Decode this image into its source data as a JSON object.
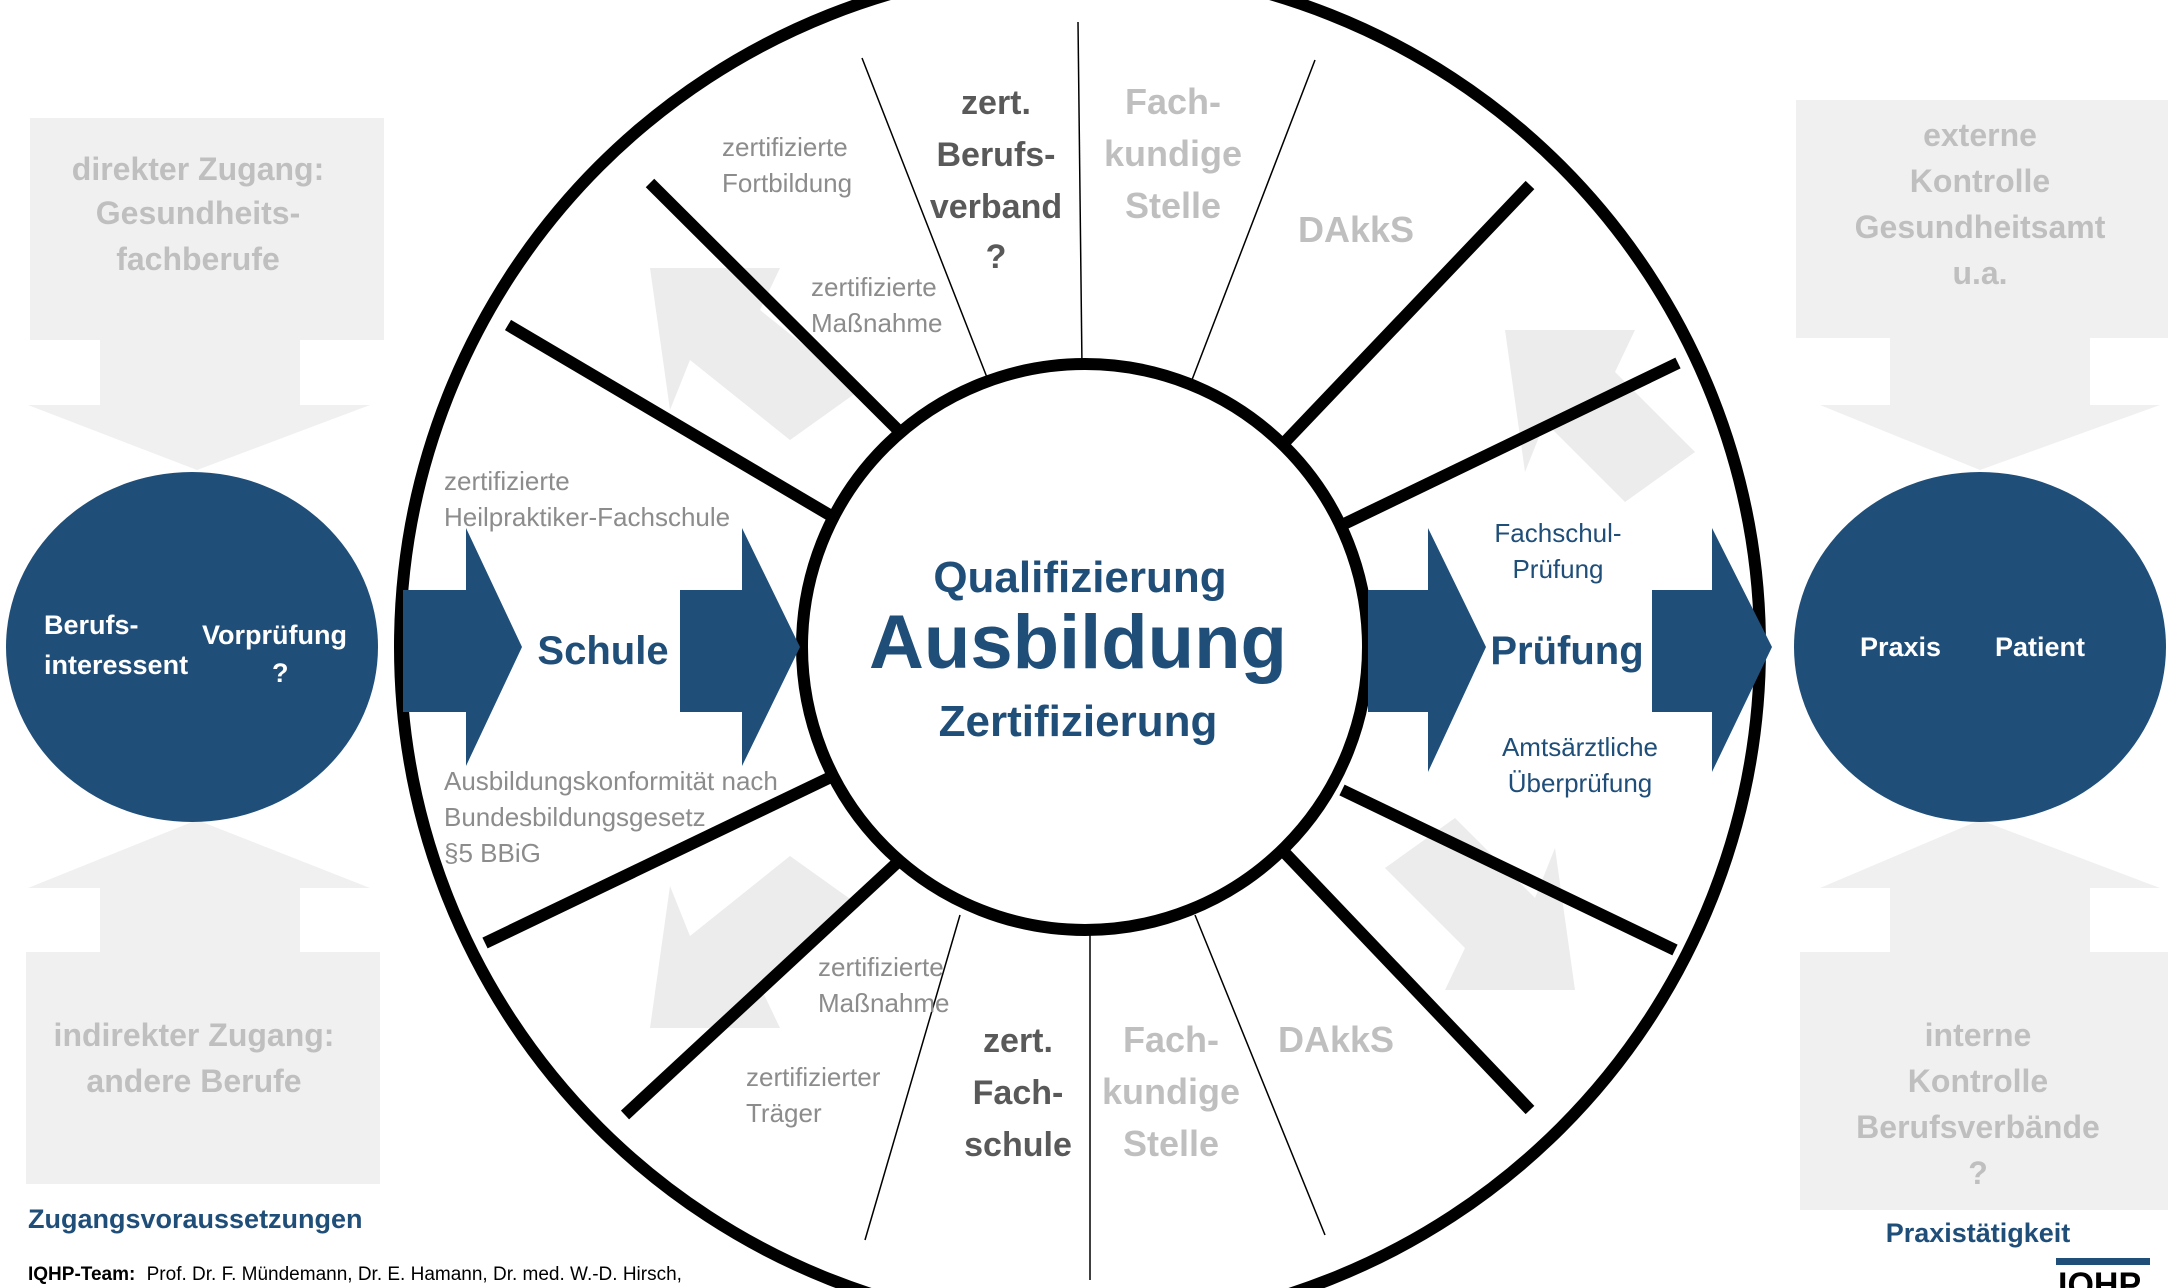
{
  "colors": {
    "navy": "#1f4e79",
    "gray_text": "#8c8c8c",
    "light_gray_text": "#bfbfbf",
    "dark_gray_text": "#595959",
    "pale_box": "#f0f0f0",
    "ring_stroke": "#000000"
  },
  "center": {
    "line1": "Qualifizierung",
    "line2": "Ausbildung",
    "line3": "Zertifizierung"
  },
  "left_circle": {
    "part1": [
      "Berufs-",
      "interessent"
    ],
    "part2": [
      "Vorprüfung",
      "?"
    ]
  },
  "right_circle": {
    "part1": "Praxis",
    "part2": "Patient"
  },
  "schule_label": "Schule",
  "pruefung_label": "Prüfung",
  "left_boxes": {
    "top": [
      "direkter Zugang:",
      "Gesundheits-",
      "fachberufe"
    ],
    "bottom": [
      "indirekter Zugang:",
      "andere Berufe"
    ]
  },
  "right_boxes": {
    "top": [
      "externe",
      "Kontrolle",
      "Gesundheitsamt",
      "u.a."
    ],
    "bottom": [
      "interne",
      "Kontrolle",
      "Berufsverbände",
      "?"
    ]
  },
  "ring_segments": {
    "left_top": [
      "zertifizierte",
      "Heilpraktiker-Fachschule"
    ],
    "left_bottom": [
      "Ausbildungskonformität nach",
      "Bundesbildungsgesetz",
      "§5 BBiG"
    ],
    "right_top": [
      "Fachschul-",
      "Prüfung"
    ],
    "right_bottom": [
      "Amtsärztliche",
      "Überprüfung"
    ],
    "top_fortbildung": [
      "zertifizierte",
      "Fortbildung"
    ],
    "top_massnahme": [
      "zertifizierte",
      "Maßnahme"
    ],
    "top_verband": [
      "zert.",
      "Berufs-",
      "verband",
      "?"
    ],
    "top_fachkundig": [
      "Fach-",
      "kundige",
      "Stelle"
    ],
    "top_dakks": "DAkkS",
    "bottom_massnahme": [
      "zertifizierte",
      "Maßnahme"
    ],
    "bottom_traeger": [
      "zertifizierter",
      "Träger"
    ],
    "bottom_fachschule": [
      "zert.",
      "Fach-",
      "schule"
    ],
    "bottom_fachkundig": [
      "Fach-",
      "kundige",
      "Stelle"
    ],
    "bottom_dakks": "DAkkS"
  },
  "footer": {
    "left_caption": "Zugangsvoraussetzungen",
    "right_caption": "Praxistätigkeit",
    "team_label": "IQHP-Team:",
    "team_names": "Prof. Dr. F. Mündemann, Dr. E. Hamann, Dr. med. W.-D. Hirsch,",
    "logo": "IQHP"
  }
}
